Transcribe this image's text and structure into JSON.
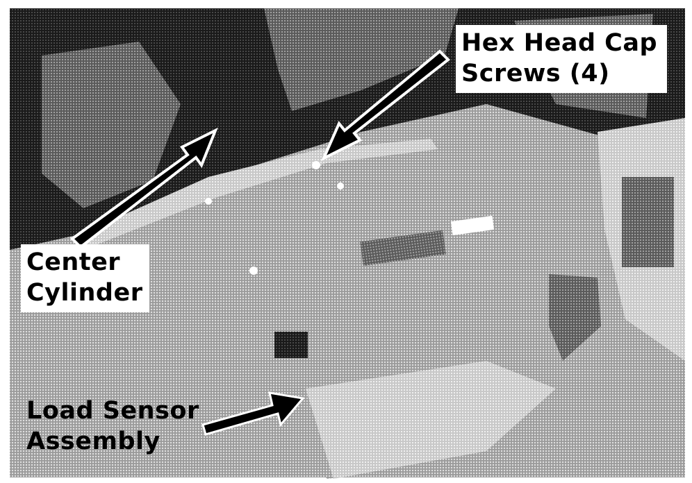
{
  "labels": {
    "hex_head_cap_screws": {
      "line1": "Hex Head Cap",
      "line2": "Screws (4)"
    },
    "center_cylinder": {
      "line1": "Center",
      "line2": "Cylinder"
    },
    "load_sensor_assembly": {
      "line1": "Load Sensor",
      "line2": "Assembly"
    }
  },
  "colors": {
    "arrow_fill": "#000000",
    "arrow_outline": "#ffffff",
    "label_background": "#ffffff",
    "label_text": "#000000"
  }
}
